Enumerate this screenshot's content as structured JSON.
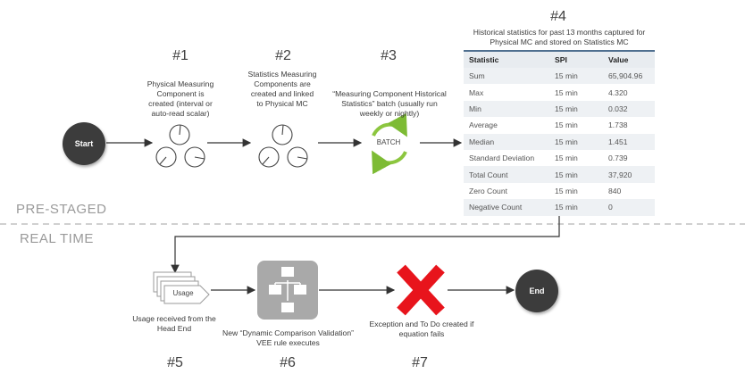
{
  "steps": {
    "s1": {
      "number": "#1",
      "caption": "Physical Measuring Component is created (interval  or auto-read scalar)"
    },
    "s2": {
      "number": "#2",
      "caption": "Statistics Measuring Components are created and linked to Physical MC"
    },
    "s3": {
      "number": "#3",
      "caption": "“Measuring Component Historical Statistics” batch (usually run weekly or nightly)"
    },
    "s4": {
      "number": "#4",
      "caption": "Historical statistics for past 13 months captured for Physical MC and stored on Statistics MC"
    },
    "s5": {
      "number": "#5",
      "caption": "Usage received from the Head End"
    },
    "s6": {
      "number": "#6",
      "caption": "New “Dynamic Comparison Validation” VEE rule executes"
    },
    "s7": {
      "number": "#7",
      "caption": "Exception and To Do created if equation fails"
    }
  },
  "nodes": {
    "start": "Start",
    "end": "End",
    "batch": "BATCH",
    "usage": "Usage"
  },
  "zones": {
    "prestaged": "PRE-STAGED",
    "realtime": "REAL TIME"
  },
  "table": {
    "headers": [
      "Statistic",
      "SPI",
      "Value"
    ],
    "rows": [
      [
        "Sum",
        "15 min",
        "65,904.96"
      ],
      [
        "Max",
        "15 min",
        "4.320"
      ],
      [
        "Min",
        "15 min",
        "0.032"
      ],
      [
        "Average",
        "15 min",
        "1.738"
      ],
      [
        "Median",
        "15 min",
        "1.451"
      ],
      [
        "Standard Deviation",
        "15 min",
        "0.739"
      ],
      [
        "Total Count",
        "15 min",
        "37,920"
      ],
      [
        "Zero Count",
        "15 min",
        "840"
      ],
      [
        "Negative Count",
        "15 min",
        "0"
      ]
    ]
  },
  "colors": {
    "node": "#3c3c3c",
    "batch": "#8cc63f",
    "cross": "#e8141c",
    "table_header_line": "#4f6f8f"
  }
}
